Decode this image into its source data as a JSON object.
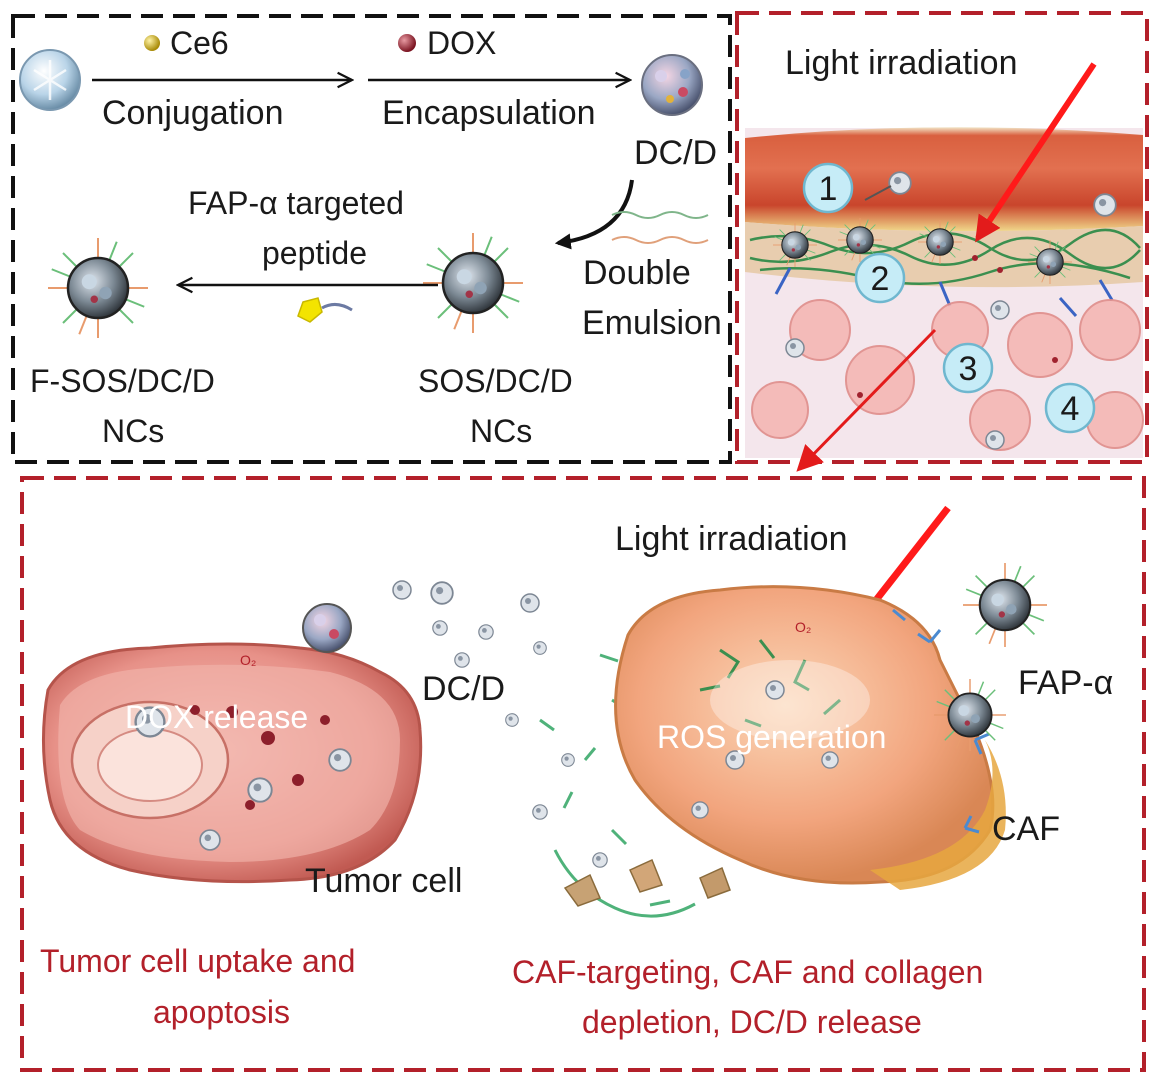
{
  "synthesis": {
    "ce6_label": "Ce6",
    "conjugation_label": "Conjugation",
    "dox_label": "DOX",
    "encapsulation_label": "Encapsulation",
    "dcd_label": "DC/D",
    "targeted_peptide_line1": "FAP-α  targeted",
    "targeted_peptide_line2": "peptide",
    "double_label": "Double",
    "emulsion_label": "Emulsion",
    "fsos_line1": "F-SOS/DC/D",
    "fsos_line2": "NCs",
    "sos_line1": "SOS/DC/D",
    "sos_line2": "NCs"
  },
  "vessel": {
    "light_label": "Light  irradiation",
    "steps": [
      "1",
      "2",
      "3",
      "4"
    ]
  },
  "mechanism": {
    "light_label": "Light  irradiation",
    "dox_release_label": "DOX  release",
    "dcd_label": "DC/D",
    "ros_label": "ROS  generation",
    "fap_label": "FAP-α",
    "caf_label": "CAF",
    "tumor_cell_label": "Tumor  cell",
    "caption_left_line1": "Tumor  cell uptake and",
    "caption_left_line2": "apoptosis",
    "caption_right_line1": "CAF-targeting,  CAF and collagen",
    "caption_right_line2": "depletion,  DC/D  release",
    "o2_symbol": "O₂"
  },
  "colors": {
    "black_frame": "#111111",
    "red_frame": "#b3202a",
    "laser": "#ff1a1a",
    "caption_red": "#b3202a"
  }
}
